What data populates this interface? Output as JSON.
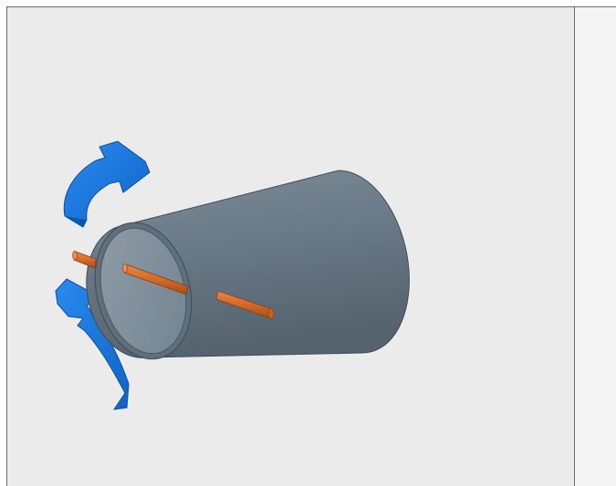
{
  "viewport": {
    "background": "#ebebeb",
    "side_panel_background": "#f4f4f4",
    "border_color": "#6b6b6b"
  },
  "scene": {
    "objects": [
      {
        "name": "cylinder-tube",
        "color": "#6a7a87"
      },
      {
        "name": "shaft-rod",
        "color": "#d46a28"
      },
      {
        "name": "rotation-arrow-upper",
        "color": "#1874d8",
        "icon": "curved-arrow-icon"
      },
      {
        "name": "rotation-arrow-lower",
        "color": "#1874d8",
        "icon": "curved-arrow-icon"
      }
    ]
  }
}
